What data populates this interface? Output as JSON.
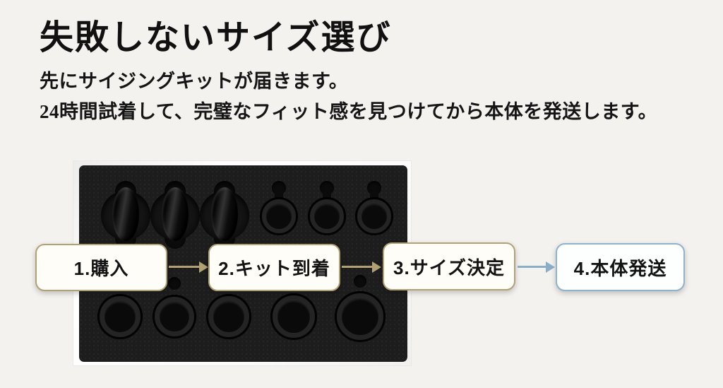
{
  "header": {
    "title": "失敗しないサイズ選び",
    "subtitle_lines": [
      "先にサイジングキットが届きます。",
      "24時間試着して、完璧なフィット感を見つけてから本体を発送します。"
    ]
  },
  "kit_photo": {
    "content": "ring-sizing-kit-in-black-foam-tray",
    "top_row": {
      "standing_rings": 3,
      "flat_rings": 3
    },
    "bottom_row": {
      "flat_rings": 5
    }
  },
  "steps": {
    "items": [
      {
        "label": "1.購入",
        "border_color": "#b3a176"
      },
      {
        "label": "2.キット到着",
        "border_color": "#b3a176"
      },
      {
        "label": "3.サイズ決定",
        "border_color": "#b3a176"
      },
      {
        "label": "4.本体発送",
        "border_color": "#8fb2cd"
      }
    ],
    "arrow_colors": [
      "#b3a176",
      "#b3a176",
      "#8aaec9"
    ]
  },
  "colors": {
    "background": "#f4f2ef",
    "accent_gold": "#b3a176",
    "accent_blue": "#8aaec9",
    "text": "#111111",
    "foam": "#1d1d1d"
  }
}
